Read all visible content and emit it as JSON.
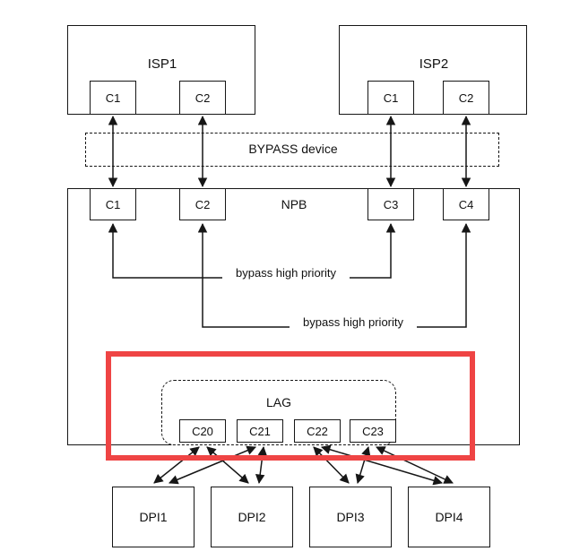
{
  "diagram": {
    "isp1": {
      "title": "ISP1",
      "ports": [
        "C1",
        "C2"
      ]
    },
    "isp2": {
      "title": "ISP2",
      "ports": [
        "C1",
        "C2"
      ]
    },
    "bypass_device": {
      "label": "BYPASS device"
    },
    "npb": {
      "title": "NPB",
      "ports": [
        "C1",
        "C2",
        "C3",
        "C4"
      ]
    },
    "priority_links": [
      {
        "label": "bypass high priority",
        "from": "C1",
        "to": "C3"
      },
      {
        "label": "bypass high priority",
        "from": "C2",
        "to": "C4"
      }
    ],
    "lag": {
      "label": "LAG",
      "ports": [
        "C20",
        "C21",
        "C22",
        "C23"
      ]
    },
    "dpi_units": [
      "DPI1",
      "DPI2",
      "DPI3",
      "DPI4"
    ],
    "colors": {
      "highlight_box": "#ef4444",
      "line": "#161616",
      "background": "#ffffff"
    }
  }
}
